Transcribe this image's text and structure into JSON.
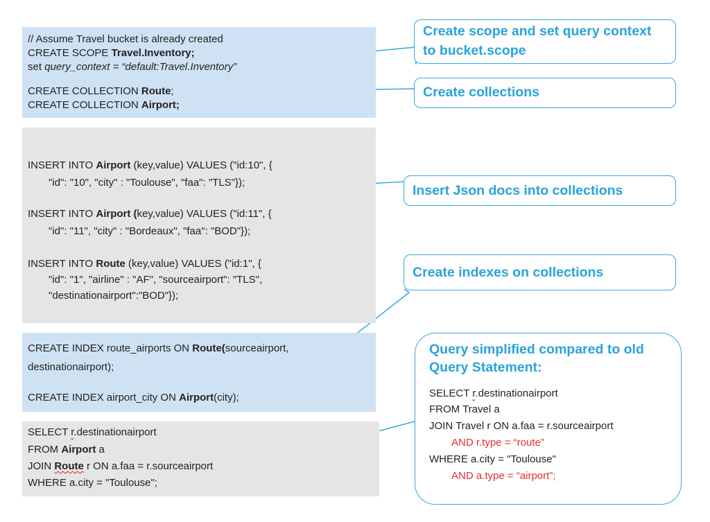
{
  "block1": {
    "line1": "// Assume Travel bucket is already created",
    "line2_pre": "CREATE SCOPE ",
    "line2_bold": "Travel.Inventory;",
    "line3_pre": "set ",
    "line3_italic": "query_context = “default:Travel.Inventory”",
    "line4_pre": "CREATE COLLECTION ",
    "line4_bold": "Route",
    "line4_post": ";",
    "line5_pre": "CREATE COLLECTION  ",
    "line5_bold": "Airport;"
  },
  "block2": {
    "i1_a": "INSERT INTO ",
    "i1_b": "Airport",
    "i1_c": " (key,value) VALUES (\"id:10\", {",
    "i1_d": "\"id\": \"10\",   \"city\" : \"Toulouse\",  \"faa\": \"TLS\"});",
    "i2_a": "INSERT INTO ",
    "i2_b": "Airport (",
    "i2_c": "key,value) VALUES (\"id:11\", {",
    "i2_d": "\"id\": \"11\",  \"city\" : \"Bordeaux\",  \"faa\": \"BOD\"});",
    "i3_a": "INSERT INTO ",
    "i3_b": "Route",
    "i3_c": " (key,value) VALUES (\"id:1\", {",
    "i3_d": "\"id\": \"1\",  \"airline\" : \"AF\",  \"sourceairport\": \"TLS\",",
    "i3_e": "\"destinationairport\":\"BOD\"});"
  },
  "block3": {
    "l1_a": "CREATE INDEX route_airports ON ",
    "l1_b": "Route(",
    "l1_c": "sourceairport,",
    "l2": "destinationairport);",
    "l3_a": "CREATE INDEX airport_city ON ",
    "l3_b": "Airport",
    "l3_c": "(city);"
  },
  "block4": {
    "l1_a": "SELECT ",
    "l1_b": "r",
    "l1_c": ".destinationairport",
    "l2_a": "FROM ",
    "l2_b": "Airport",
    "l2_c": " a",
    "l3_a": "JOIN ",
    "l3_b": "Route",
    "l3_c": " r ON a.faa = r.sourceairport",
    "l4": "WHERE a.city = \"Toulouse\";"
  },
  "callouts": {
    "scope": "Create scope and set query context to bucket.scope",
    "collections": "Create collections",
    "insert": "Insert Json docs into collections",
    "indexes": "Create indexes on collections"
  },
  "query_box": {
    "title": "Query simplified compared to old Query Statement:",
    "l1_a": "SELECT ",
    "l1_b": "r",
    "l1_c": ".destinationairport",
    "l2": "FROM Travel  a",
    "l3": "JOIN Travel  r ON a.faa = r.sourceairport",
    "l4": "AND r.type = “route”",
    "l5": "WHERE a.city = \"Toulouse\"",
    "l6": "AND a.type = “airport”;"
  },
  "colors": {
    "accent": "#2aa3db",
    "blue_block": "#cfe2f3",
    "gray_block": "#e5e5e5",
    "red": "#e03030"
  }
}
